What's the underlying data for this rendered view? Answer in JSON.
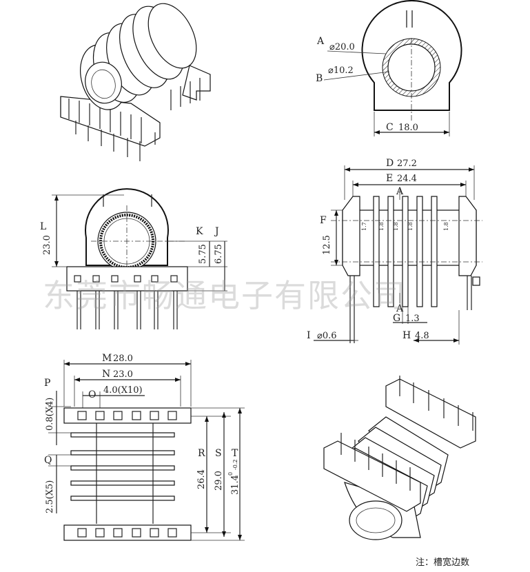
{
  "watermark": "东莞市畅通电子有限公司",
  "note": "注：槽宽边数",
  "dims": {
    "A": {
      "letter": "A",
      "text": "⌀20.0"
    },
    "B": {
      "letter": "B",
      "text": "⌀10.2"
    },
    "C": {
      "letter": "C",
      "text": "18.0"
    },
    "D": {
      "letter": "D",
      "text": "27.2"
    },
    "E": {
      "letter": "E",
      "text": "24.4"
    },
    "F": {
      "letter": "F",
      "text": "12.5"
    },
    "G": {
      "letter": "G",
      "text": "1.3"
    },
    "H": {
      "letter": "H",
      "text": "4.8"
    },
    "I": {
      "letter": "I",
      "text": "⌀0.6"
    },
    "J": {
      "letter": "J",
      "text": "6.75"
    },
    "K": {
      "letter": "K",
      "text": "5.75"
    },
    "L": {
      "letter": "L",
      "text": "23.0"
    },
    "M": {
      "letter": "M",
      "text": "28.0"
    },
    "N": {
      "letter": "N",
      "text": "23.0"
    },
    "O": {
      "letter": "O",
      "text": "4.0(X10)"
    },
    "P": {
      "letter": "P",
      "text": "0.8(X4)"
    },
    "Q": {
      "letter": "Q",
      "text": "2.5(X5)"
    },
    "R": {
      "letter": "R",
      "text": "26.4"
    },
    "S": {
      "letter": "S",
      "text": "29.0"
    },
    "T": {
      "letter": "T",
      "text": "31.4",
      "tol_upper": "0",
      "tol_lower": "-0.2"
    }
  },
  "slot_labels": [
    "1.7",
    "1.8",
    "1.8",
    "1.8",
    "1.8"
  ],
  "section_marks": [
    "A",
    "A"
  ]
}
